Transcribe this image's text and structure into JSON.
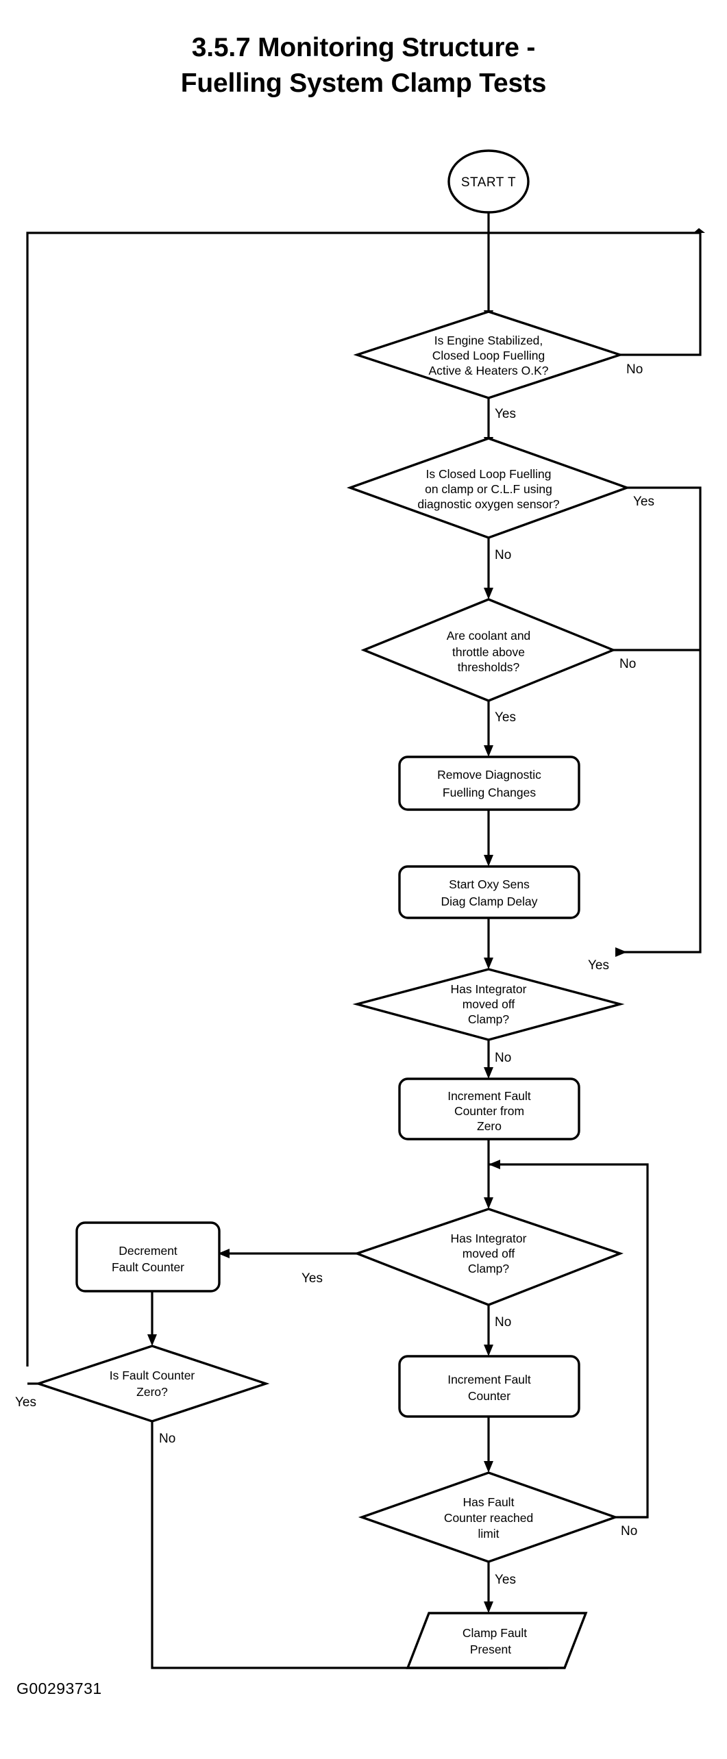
{
  "document": {
    "title_line1": "3.5.7  Monitoring Structure -",
    "title_line2": "Fuelling System Clamp Tests",
    "figure_id": "G00293731"
  },
  "flowchart": {
    "type": "flowchart",
    "nodes": [
      {
        "id": "start",
        "shape": "terminator",
        "lines": [
          "START T"
        ]
      },
      {
        "id": "d1",
        "shape": "decision",
        "lines": [
          "Is Engine Stabilized,",
          "Closed Loop Fuelling",
          "Active & Heaters O.K?"
        ]
      },
      {
        "id": "d2",
        "shape": "decision",
        "lines": [
          "Is Closed Loop Fuelling",
          "on clamp or C.L.F using",
          "diagnostic oxygen sensor?"
        ]
      },
      {
        "id": "d3",
        "shape": "decision",
        "lines": [
          "Are coolant and",
          "throttle above",
          "thresholds?"
        ]
      },
      {
        "id": "p1",
        "shape": "process",
        "lines": [
          "Remove Diagnostic",
          "Fuelling Changes"
        ]
      },
      {
        "id": "p2",
        "shape": "process",
        "lines": [
          "Start Oxy Sens",
          "Diag Clamp Delay"
        ]
      },
      {
        "id": "d4",
        "shape": "decision",
        "lines": [
          "Has Integrator",
          "moved off",
          "Clamp?"
        ]
      },
      {
        "id": "p3",
        "shape": "process",
        "lines": [
          "Increment Fault",
          "Counter from",
          "Zero"
        ]
      },
      {
        "id": "d5",
        "shape": "decision",
        "lines": [
          "Has Integrator",
          "moved off",
          "Clamp?"
        ]
      },
      {
        "id": "p4",
        "shape": "process",
        "lines": [
          "Decrement",
          "Fault Counter"
        ]
      },
      {
        "id": "d6",
        "shape": "decision",
        "lines": [
          "Is Fault Counter",
          "Zero?"
        ]
      },
      {
        "id": "p5",
        "shape": "process",
        "lines": [
          "Increment Fault",
          "Counter"
        ]
      },
      {
        "id": "d7",
        "shape": "decision",
        "lines": [
          "Has Fault",
          "Counter reached",
          "limit"
        ]
      },
      {
        "id": "out1",
        "shape": "data",
        "lines": [
          "Clamp Fault",
          "Present"
        ]
      }
    ],
    "edge_labels": {
      "d1_no": "No",
      "d1_yes": "Yes",
      "d2_yes": "Yes",
      "d2_no": "No",
      "d3_no": "No",
      "d3_yes": "Yes",
      "d4_yes": "Yes",
      "d4_no": "No",
      "d5_yes": "Yes",
      "d5_no": "No",
      "d6_yes": "Yes",
      "d6_no": "No",
      "d7_no": "No",
      "d7_yes": "Yes"
    },
    "style": {
      "stroke": "#000000",
      "fill": "#ffffff",
      "background": "#ffffff"
    }
  }
}
